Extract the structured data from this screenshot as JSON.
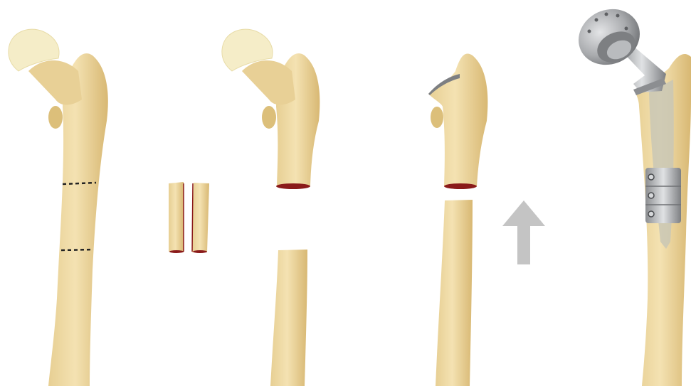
{
  "diagram": {
    "stages": [
      {
        "id": "stage-1",
        "description_visible": false
      },
      {
        "id": "stage-2",
        "description_visible": false
      },
      {
        "id": "stage-3",
        "description_visible": false
      },
      {
        "id": "stage-4",
        "description_visible": false
      }
    ],
    "icons": {
      "arrow": "arrow-up-icon"
    },
    "colors": {
      "bone": "#efd9a1",
      "bone_shade": "#dcbf7a",
      "femoral_head": "#f5edc8",
      "marrow": "#8a1a1a",
      "cut_line": "#222222",
      "arrow": "#c4c4c4",
      "metal": "#a9abae",
      "metal_light": "#d6d8da",
      "metal_dark": "#6f7174"
    }
  }
}
